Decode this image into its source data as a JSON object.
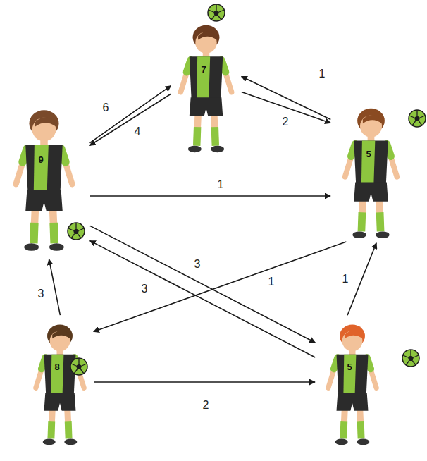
{
  "diagram": {
    "nodes": [
      {
        "text": [
          "7"
        ]
      },
      {
        "text": [
          "9"
        ]
      },
      {
        "text": [
          "5"
        ]
      },
      {
        "text": [
          "8"
        ]
      },
      {
        "text": [
          "5"
        ]
      }
    ],
    "edges": [
      {
        "from": 0,
        "to": 2,
        "label": "2",
        "arrow": "to"
      },
      {
        "from": 2,
        "to": 0,
        "label": "1",
        "arrow": "to"
      },
      {
        "from": 1,
        "to": 0,
        "label": "6",
        "arrow": "to"
      },
      {
        "from": 0,
        "to": 1,
        "label": "4",
        "arrow": "to"
      },
      {
        "from": 1,
        "to": 2,
        "label": "1",
        "arrow": "to"
      },
      {
        "from": 2,
        "to": 3,
        "label": "1",
        "arrow": "to"
      },
      {
        "from": 1,
        "to": 4,
        "label": "3",
        "arrow": "to"
      },
      {
        "from": 4,
        "to": 1,
        "label": "3",
        "arrow": "to"
      },
      {
        "from": 3,
        "to": 1,
        "label": "3",
        "arrow": "to"
      },
      {
        "from": 3,
        "to": 4,
        "label": "2",
        "arrow": "to"
      },
      {
        "from": 4,
        "to": 2,
        "label": "1",
        "arrow": "to"
      }
    ]
  }
}
